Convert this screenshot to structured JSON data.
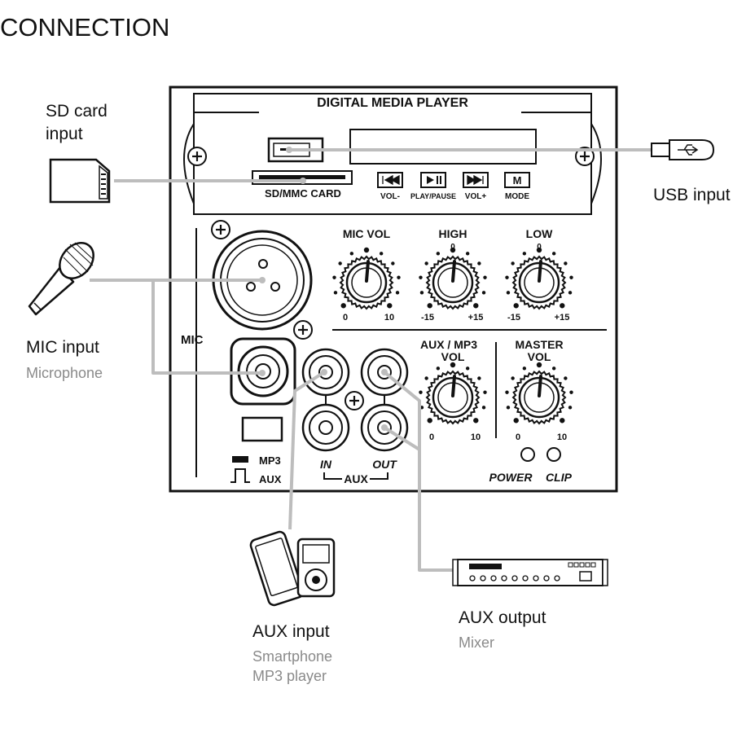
{
  "title": "CONNECTION",
  "labels": {
    "sd_card_line1": "SD card",
    "sd_card_line2": "input",
    "usb_input": "USB input",
    "mic_input": "MIC input",
    "mic_sub": "Microphone",
    "aux_input": "AUX input",
    "aux_input_sub1": "Smartphone",
    "aux_input_sub2": "MP3 player",
    "aux_output": "AUX output",
    "aux_output_sub": "Mixer"
  },
  "panel": {
    "header": "DIGITAL MEDIA PLAYER",
    "sd_slot": "SD/MMC CARD",
    "buttons": [
      {
        "icon": "prev-icon",
        "label": "VOL-"
      },
      {
        "icon": "play-pause-icon",
        "label": "PLAY/PAUSE"
      },
      {
        "icon": "next-icon",
        "label": "VOL+"
      },
      {
        "icon": "mode-icon",
        "glyph": "M",
        "label": "MODE"
      }
    ],
    "mic_label": "MIC",
    "knobs": {
      "mic_vol": {
        "title": "MIC VOL",
        "min": "0",
        "max": "10"
      },
      "high": {
        "title": "HIGH",
        "center": "0",
        "min": "-15",
        "max": "+15"
      },
      "low": {
        "title": "LOW",
        "center": "0",
        "min": "-15",
        "max": "+15"
      },
      "aux_mp3": {
        "title1": "AUX / MP3",
        "title2": "VOL",
        "min": "0",
        "max": "10"
      },
      "master": {
        "title1": "MASTER",
        "title2": "VOL",
        "min": "0",
        "max": "10"
      }
    },
    "switch": {
      "mp3": "MP3",
      "aux": "AUX"
    },
    "aux_in": "IN",
    "aux_out": "OUT",
    "aux_group": "AUX",
    "power": "POWER",
    "clip": "CLIP"
  }
}
